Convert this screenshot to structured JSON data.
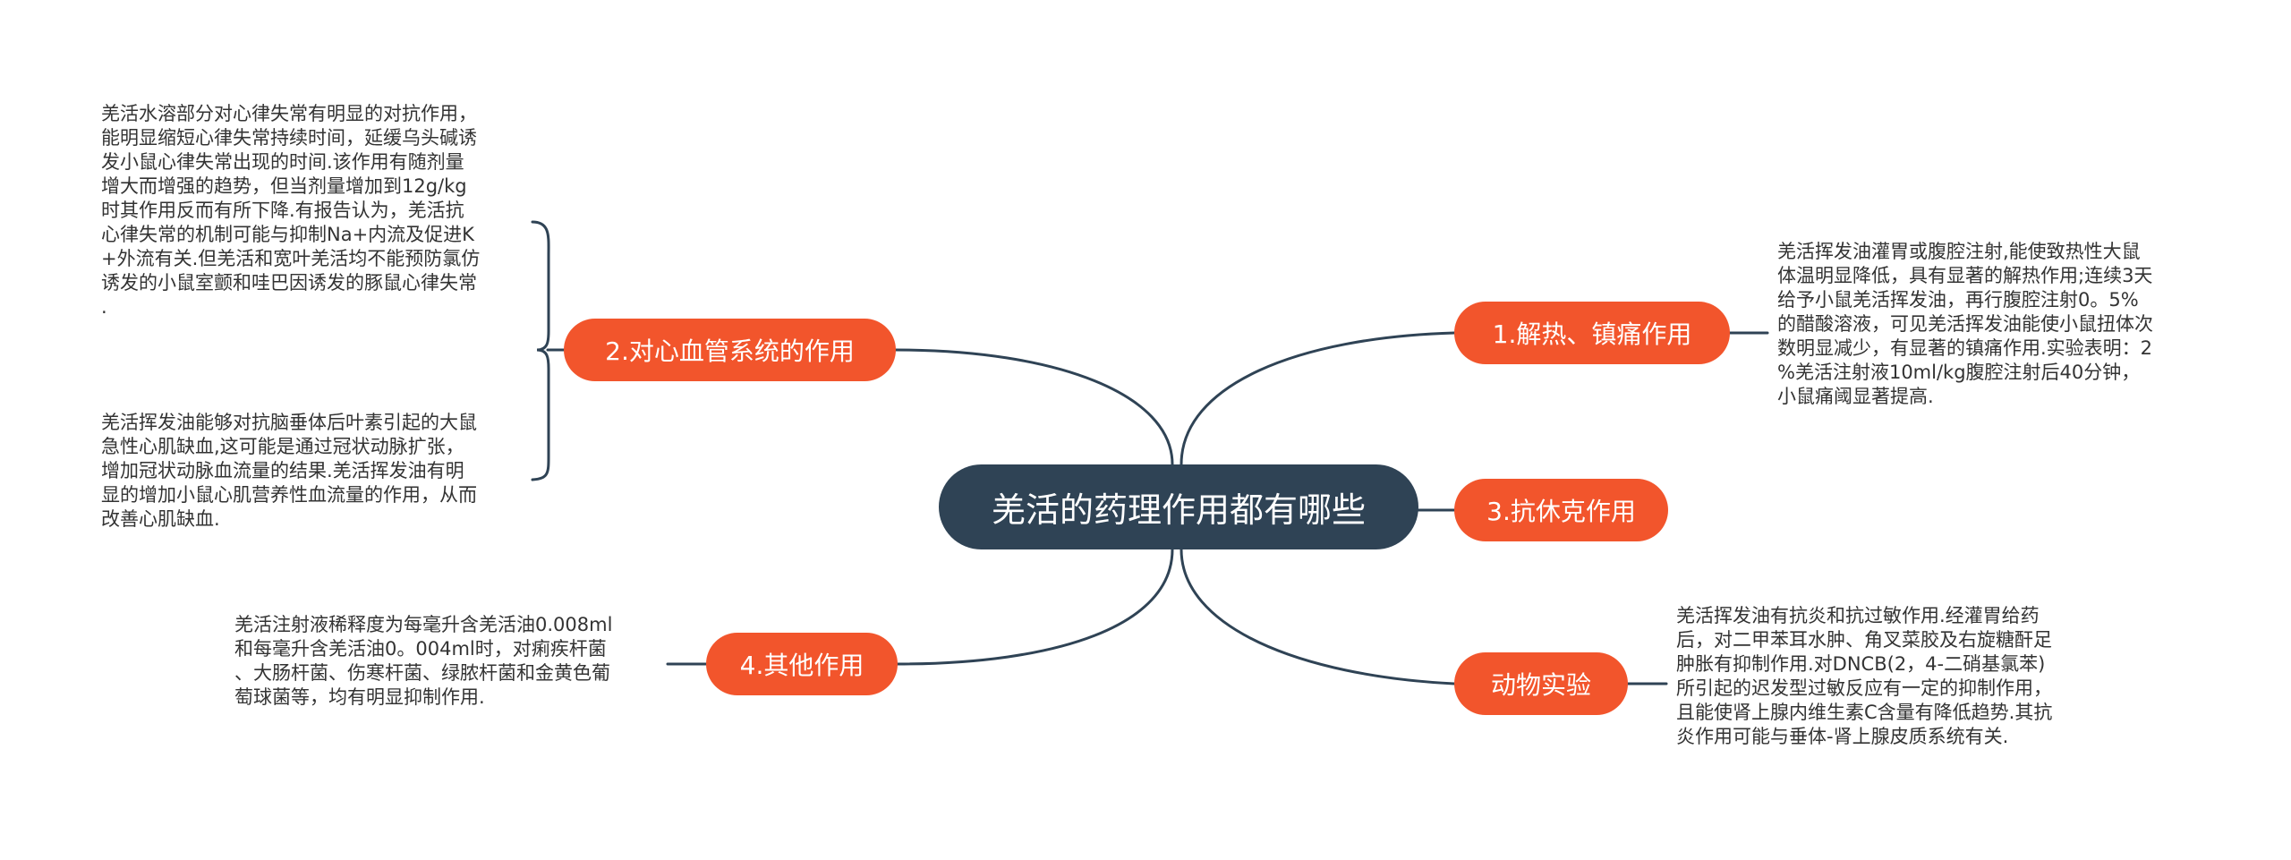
{
  "central_topic": "羌活的药理作用都有哪些",
  "branches": {
    "b1": {
      "label": "1.解热、镇痛作用"
    },
    "b2": {
      "label": "2.对心血管系统的作用"
    },
    "b3": {
      "label": "3.抗休克作用"
    },
    "b4": {
      "label": "4.其他作用"
    },
    "b5": {
      "label": "动物实验"
    }
  },
  "notes": {
    "b1_note": "羌活挥发油灌胃或腹腔注射,能使致热性大鼠\n体温明显降低，具有显著的解热作用;连续3天\n给予小鼠羌活挥发油，再行腹腔注射0。5%\n的醋酸溶液，可见羌活挥发油能使小鼠扭体次\n数明显减少，有显著的镇痛作用.实验表明：2\n%羌活注射液10ml/kg腹腔注射后40分钟，\n小鼠痛阈显著提高.",
    "b2_note_1": "羌活水溶部分对心律失常有明显的对抗作用，\n能明显缩短心律失常持续时间，延缓乌头碱诱\n发小鼠心律失常出现的时间.该作用有随剂量\n增大而增强的趋势，但当剂量增加到12g/kg\n时其作用反而有所下降.有报告认为，羌活抗\n心律失常的机制可能与抑制Na+内流及促进K\n+外流有关.但羌活和宽叶羌活均不能预防氯仿\n诱发的小鼠室颤和哇巴因诱发的豚鼠心律失常\n.",
    "b2_note_2": "羌活挥发油能够对抗脑垂体后叶素引起的大鼠\n急性心肌缺血,这可能是通过冠状动脉扩张，\n增加冠状动脉血流量的结果.羌活挥发油有明\n显的增加小鼠心肌营养性血流量的作用，从而\n改善心肌缺血.",
    "b4_note": "羌活注射液稀释度为每毫升含羌活油0.008ml\n和每毫升含羌活油0。004ml时，对痢疾杆菌\n、大肠杆菌、伤寒杆菌、绿脓杆菌和金黄色葡\n萄球菌等，均有明显抑制作用.",
    "b5_note": "羌活挥发油有抗炎和抗过敏作用.经灌胃给药\n后，对二甲苯耳水肿、角叉菜胶及右旋糖酐足\n肿胀有抑制作用.对DNCB(2，4-二硝基氯苯)\n所引起的迟发型过敏反应有一定的抑制作用，\n且能使肾上腺内维生素C含量有降低趋势.其抗\n炎作用可能与垂体-肾上腺皮质系统有关."
  },
  "colors": {
    "central": "#2f4355",
    "branch": "#f2552c",
    "connector": "#2f4355",
    "text": "#333333"
  }
}
